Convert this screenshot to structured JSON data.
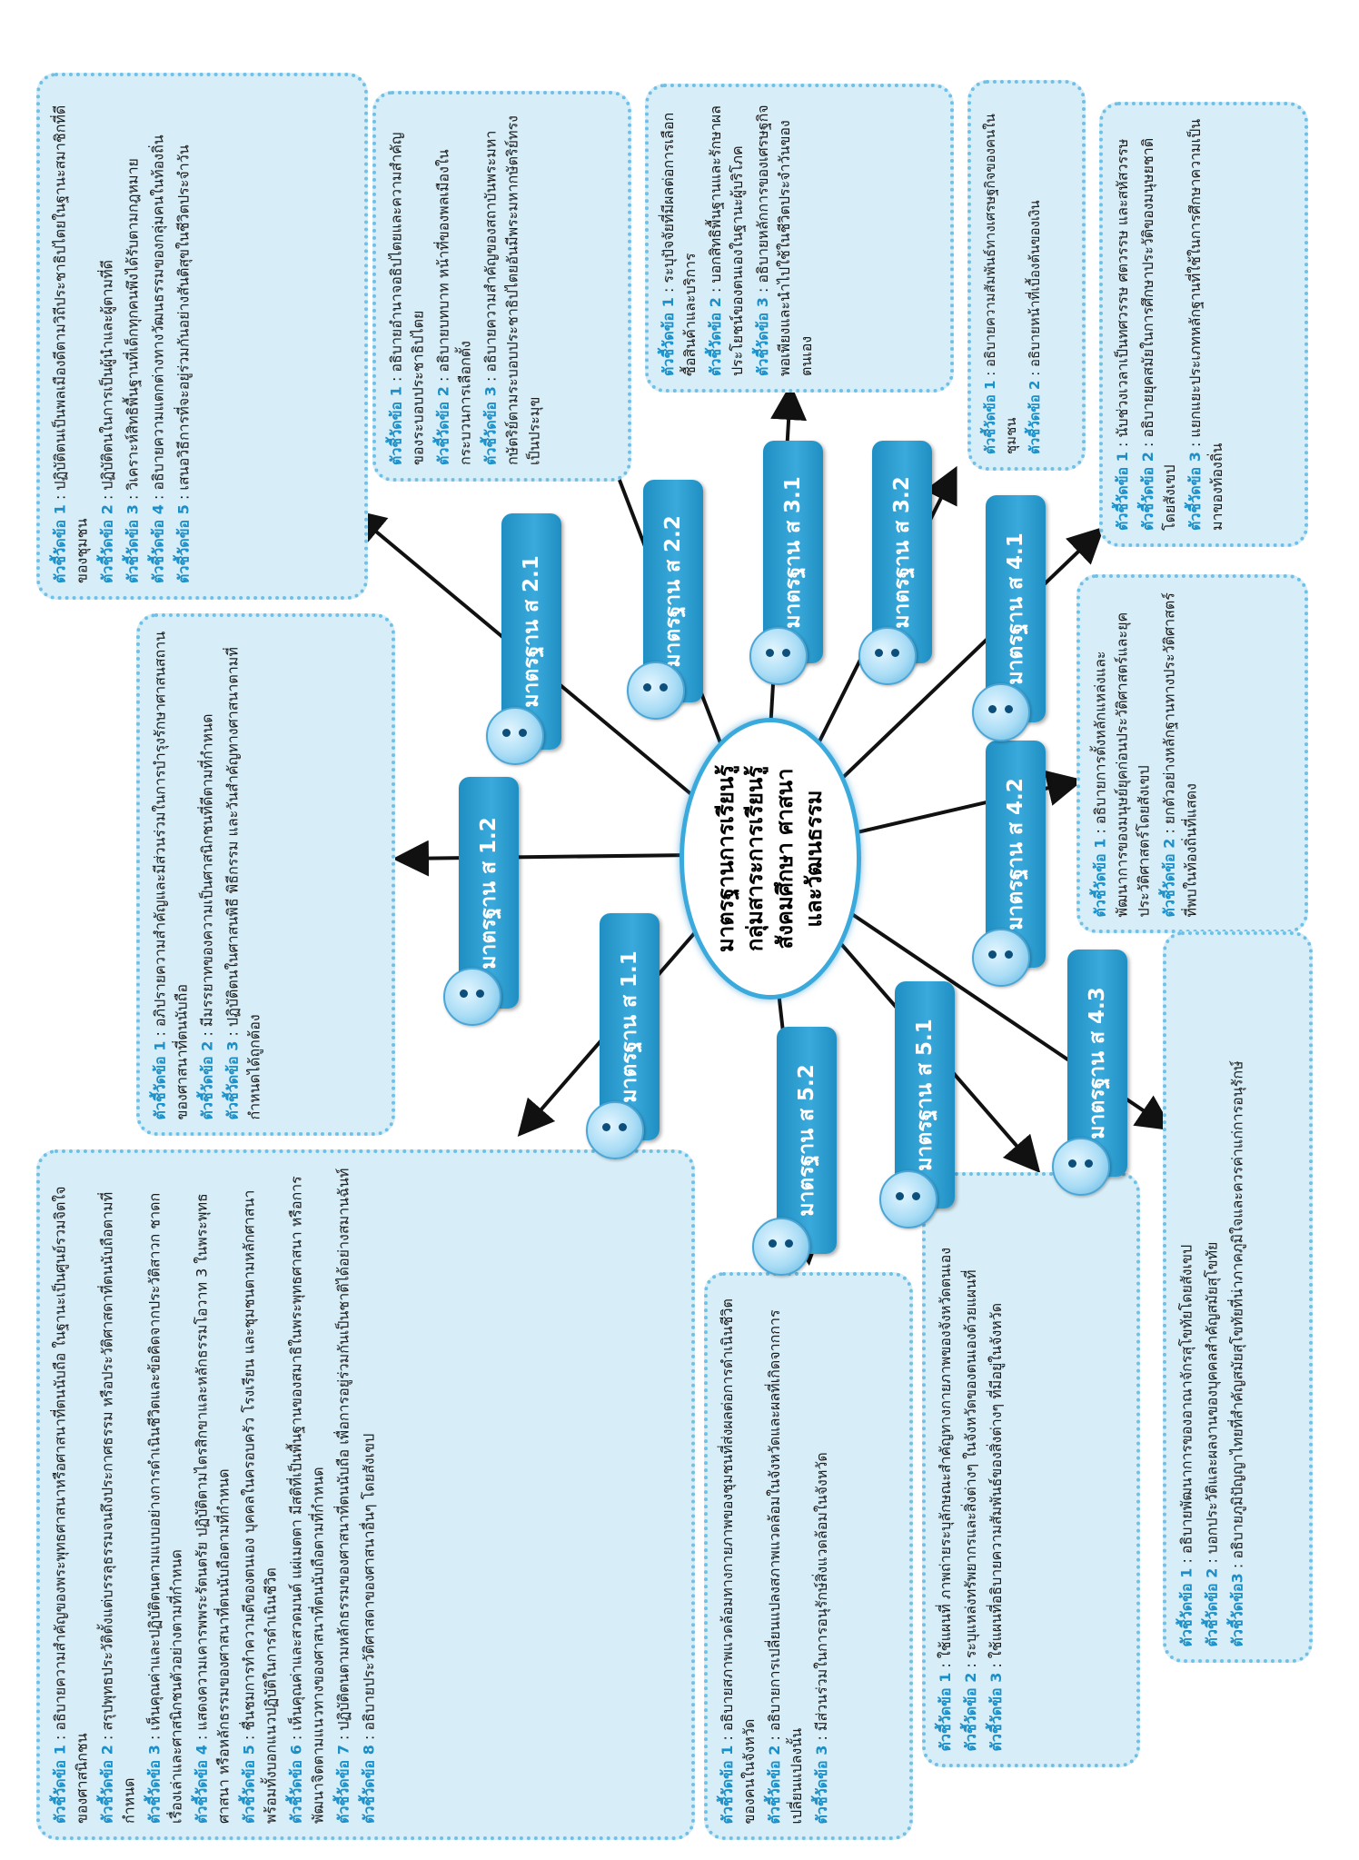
{
  "colors": {
    "box_fill": "#d7edf7",
    "box_border": "#6fc0e6",
    "label": "#1a8fc8",
    "standard_fill": "#2b9fd5",
    "arrow": "#111111"
  },
  "center": {
    "lines": [
      "มาตรฐานการเรียนรู้",
      "กลุ่มสาระการเรียนรู้",
      "สังคมศึกษา ศาสนา",
      "และวัฒนธรรม"
    ]
  },
  "standards": {
    "s1_1": "มาตรฐาน ส 1.1",
    "s1_2": "มาตรฐาน ส 1.2",
    "s2_1": "มาตรฐาน ส 2.1",
    "s2_2": "มาตรฐาน ส 2.2",
    "s3_1": "มาตรฐาน ส 3.1",
    "s3_2": "มาตรฐาน ส 3.2",
    "s4_1": "มาตรฐาน ส 4.1",
    "s4_2": "มาตรฐาน ส 4.2",
    "s4_3": "มาตรฐาน ส 4.3",
    "s5_1": "มาตรฐาน ส 5.1",
    "s5_2": "มาตรฐาน ส 5.2"
  },
  "boxes": {
    "s2_1": [
      {
        "label": "ตัวชี้วัดข้อ 1",
        "text": " : ปฏิบัติตนเป็นพลเมืองดีตามวิถีประชาธิปไตยในฐานะสมาชิกที่ดีของชุมชน"
      },
      {
        "label": "ตัวชี้วัดข้อ 2",
        "text": " : ปฏิบัติตนในการเป็นผู้นำและผู้ตามที่ดี"
      },
      {
        "label": "ตัวชี้วัดข้อ 3",
        "text": " : วิเคราะห์สิทธิพื้นฐานที่เด็กทุกคนพึงได้รับตามกฎหมาย"
      },
      {
        "label": "ตัวชี้วัดข้อ 4",
        "text": " : อธิบายความแตกต่างทางวัฒนธรรมของกลุ่มคนในท้องถิ่น"
      },
      {
        "label": "ตัวชี้วัดข้อ 5",
        "text": " : เสนอวิธีการที่จะอยู่ร่วมกันอย่างสันติสุขในชีวิตประจำวัน"
      }
    ],
    "s2_2": [
      {
        "label": "ตัวชี้วัดข้อ 1",
        "text": " : อธิบายอำนาจอธิปไตยและความสำคัญของระบอบประชาธิปไตย"
      },
      {
        "label": "ตัวชี้วัดข้อ 2",
        "text": " : อธิบายบทบาท หน้าที่ของพลเมืองในกระบวนการเลือกตั้ง"
      },
      {
        "label": "ตัวชี้วัดข้อ 3",
        "text": " : อธิบายความสำคัญของสถาบันพระมหากษัตริย์ตามระบอบประชาธิปไตยอันมีพระมหากษัตริย์ทรงเป็นประมุข"
      }
    ],
    "s3_1": [
      {
        "label": "ตัวชี้วัดข้อ 1",
        "text": " : ระบุปัจจัยที่มีผลต่อการเลือกซื้อสินค้าและบริการ"
      },
      {
        "label": "ตัวชี้วัดข้อ 2",
        "text": " : บอกสิทธิพื้นฐานและรักษาผลประโยชน์ของตนเองในฐานะผู้บริโภค"
      },
      {
        "label": "ตัวชี้วัดข้อ 3",
        "text": " : อธิบายหลักการของเศรษฐกิจพอเพียงและนำไปใช้ในชีวิตประจำวันของตนเอง"
      }
    ],
    "s3_2": [
      {
        "label": "ตัวชี้วัดข้อ 1",
        "text": " : อธิบายความสัมพันธ์ทางเศรษฐกิจของคนในชุมชน"
      },
      {
        "label": "ตัวชี้วัดข้อ 2",
        "text": " : อธิบายหน้าที่เบื้องต้นของเงิน"
      }
    ],
    "s4_1": [
      {
        "label": "ตัวชี้วัดข้อ 1",
        "text": " : นับช่วงเวลาเป็นทศวรรษ ศตวรรษ และสหัสวรรษ"
      },
      {
        "label": "ตัวชี้วัดข้อ 2",
        "text": " : อธิบายยุคสมัยในการศึกษาประวัติของมนุษยชาติโดยสังเขป"
      },
      {
        "label": "ตัวชี้วัดข้อ 3",
        "text": " : แยกแยะประเภทหลักฐานที่ใช้ในการศึกษาความเป็นมาของท้องถิ่น"
      }
    ],
    "s4_2": [
      {
        "label": "ตัวชี้วัดข้อ 1",
        "text": " : อธิบายการตั้งหลักแหล่งและพัฒนาการของมนุษย์ยุคก่อนประวัติศาสตร์และยุคประวัติศาสตร์โดยสังเขป"
      },
      {
        "label": "ตัวชี้วัดข้อ 2",
        "text": " : ยกตัวอย่างหลักฐานทางประวัติศาสตร์ที่พบในท้องถิ่นที่แสดง"
      }
    ],
    "s4_3": [
      {
        "label": "ตัวชี้วัดข้อ 1",
        "text": " : อธิบายพัฒนาการของอาณาจักรสุโขทัยโดยสังเขป"
      },
      {
        "label": "ตัวชี้วัดข้อ 2",
        "text": " : บอกประวัติและผลงานของบุคคลสำคัญสมัยสุโขทัย"
      },
      {
        "label": "ตัวชี้วัดข้อ3",
        "text": " : อธิบายภูมิปัญญาไทยที่สำคัญสมัยสุโขทัยที่น่าภาคภูมิใจและควรค่าแก่การอนุรักษ์"
      }
    ],
    "s5_1": [
      {
        "label": "ตัวชี้วัดข้อ 1",
        "text": " : ใช้แผนที่ ภาพถ่ายระบุลักษณะสำคัญทางกายภาพของจังหวัดตนเอง"
      },
      {
        "label": "ตัวชี้วัดข้อ 2",
        "text": " : ระบุแหล่งทรัพยากรและสิ่งต่างๆ ในจังหวัดของตนเองด้วยแผนที่"
      },
      {
        "label": "ตัวชี้วัดข้อ 3",
        "text": " : ใช้แผนที่อธิบายความสัมพันธ์ของสิ่งต่างๆ ที่มีอยู่ในจังหวัด"
      }
    ],
    "s5_2": [
      {
        "label": "ตัวชี้วัดข้อ 1",
        "text": " : อธิบายสภาพแวดล้อมทางกายภาพของชุมชนที่ส่งผลต่อการดำเนินชีวิตของคนในจังหวัด"
      },
      {
        "label": "ตัวชี้วัดข้อ 2",
        "text": " : อธิบายการเปลี่ยนแปลงสภาพแวดล้อมในจังหวัดและผลที่เกิดจากการเปลี่ยนแปลงนั้น"
      },
      {
        "label": "ตัวชี้วัดข้อ 3",
        "text": " : มีส่วนร่วมในการอนุรักษ์สิ่งแวดล้อมในจังหวัด"
      }
    ],
    "s1_2": [
      {
        "label": "ตัวชี้วัดข้อ 1",
        "text": " : อภิปรายความสำคัญและมีส่วนร่วมในการบำรุงรักษาศาสนสถานของศาสนาที่ตนนับถือ"
      },
      {
        "label": "ตัวชี้วัดข้อ 2",
        "text": " : มีมรรยาทของความเป็นศาสนิกชนที่ดีตามที่กำหนด"
      },
      {
        "label": "ตัวชี้วัดข้อ 3",
        "text": " : ปฏิบัติตนในศาสนพิธี พิธีกรรม และวันสำคัญทางศาสนาตามที่กำหนดได้ถูกต้อง"
      }
    ],
    "s1_1": [
      {
        "label": "ตัวชี้วัดข้อ 1",
        "text": " : อธิบายความสำคัญของพระพุทธศาสนาหรือศาสนาที่ตนนับถือ ในฐานะเป็นศูนย์รวมจิตใจของศาสนิกชน"
      },
      {
        "label": "ตัวชี้วัดข้อ 2",
        "text": " : สรุปพุทธประวัติตั้งแต่บรรลุธรรมจนถึงประกาศธรรม หรือประวัติศาสดาที่ตนนับถือตามที่กำหนด"
      },
      {
        "label": "ตัวชี้วัดข้อ 3",
        "text": " : เห็นคุณค่าและปฏิบัติตนตามแบบอย่างการดำเนินชีวิตและข้อคิดจากประวัติสาวก ชาดก เรื่องเล่าและศาสนิกชนตัวอย่างตามที่กำหนด"
      },
      {
        "label": "ตัวชี้วัดข้อ 4",
        "text": " : แสดงความเคารพพระรัตนตรัย ปฏิบัติตามไตรสิกขาและหลักธรรมโอวาท 3 ในพระพุทธศาสนา หรือหลักธรรมของศาสนาที่ตนนับถือตามที่กำหนด"
      },
      {
        "label": "ตัวชี้วัดข้อ 5",
        "text": " : ชื่นชมการทำความดีของตนเอง บุคคลในครอบครัว โรงเรียน และชุมชนตามหลักศาสนา พร้อมทั้งบอกแนวปฏิบัติในการดำเนินชีวิต"
      },
      {
        "label": "ตัวชี้วัดข้อ 6",
        "text": " : เห็นคุณค่าและสวดมนต์ แผ่เมตตา มีสติที่เป็นพื้นฐานของสมาธิในพระพุทธศาสนา หรือการพัฒนาจิตตามแนวทางของศาสนาที่ตนนับถือตามที่กำหนด"
      },
      {
        "label": "ตัวชี้วัดข้อ 7",
        "text": " : ปฏิบัติตนตามหลักธรรมของศาสนาที่ตนนับถือ เพื่อการอยู่ร่วมกันเป็นชาติได้อย่างสมานฉันท์"
      },
      {
        "label": "ตัวชี้วัดข้อ 8",
        "text": " : อธิบายประวัติศาสดาของศาสนาอื่นๆ โดยสังเขป"
      }
    ]
  }
}
